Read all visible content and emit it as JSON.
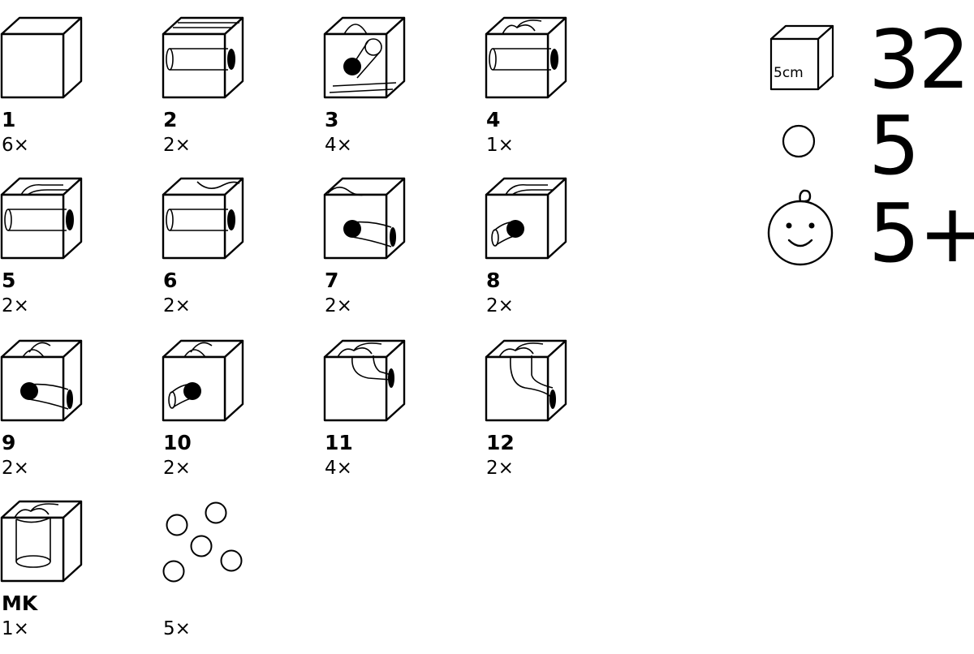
{
  "pieces": [
    {
      "id": "1",
      "qty": "6×",
      "icon": "plain-cube-icon"
    },
    {
      "id": "2",
      "qty": "2×",
      "icon": "straight-tunnel-cube-icon"
    },
    {
      "id": "3",
      "qty": "4×",
      "icon": "ramp-cube-icon"
    },
    {
      "id": "4",
      "qty": "1×",
      "icon": "cross-channel-tunnel-cube-icon"
    },
    {
      "id": "5",
      "qty": "2×",
      "icon": "curve-channel-tunnel-cube-icon"
    },
    {
      "id": "6",
      "qty": "2×",
      "icon": "notch-tunnel-cube-icon"
    },
    {
      "id": "7",
      "qty": "2×",
      "icon": "corner-drop-cube-icon"
    },
    {
      "id": "8",
      "qty": "2×",
      "icon": "curve-drop-cube-icon"
    },
    {
      "id": "9",
      "qty": "2×",
      "icon": "channel-drop-right-cube-icon"
    },
    {
      "id": "10",
      "qty": "2×",
      "icon": "channel-drop-left-cube-icon"
    },
    {
      "id": "11",
      "qty": "4×",
      "icon": "split-drop-cube-icon"
    },
    {
      "id": "12",
      "qty": "2×",
      "icon": "double-drop-cube-icon"
    },
    {
      "id": "MK",
      "qty": "1×",
      "icon": "catcher-cube-icon"
    }
  ],
  "marbles": {
    "id": "",
    "qty": "5×",
    "icon": "marbles-icon"
  },
  "summary": {
    "cube_size_label": "5cm",
    "cube_count": "32",
    "marble_count": "5",
    "age": "5+"
  }
}
